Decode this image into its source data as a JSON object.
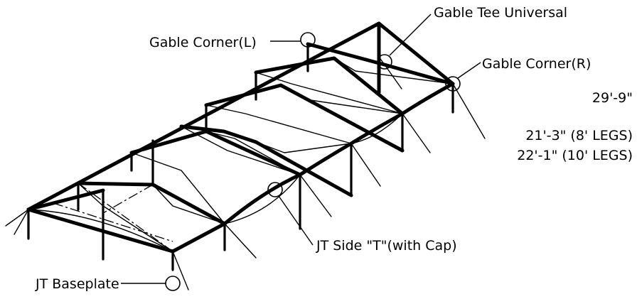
{
  "labels": {
    "gable_tee_universal": "Gable Tee Universal",
    "gable_corner_left": "Gable Corner(L)",
    "gable_corner_right": "Gable Corner(R)",
    "width_dim": "29'-9\"",
    "height_8_legs": "21'-3\" (8' LEGS)",
    "height_10_legs": "22'-1\" (10' LEGS)",
    "jt_side_t": "JT Side \"T\"(with Cap)",
    "jt_baseplate": "JT Baseplate"
  }
}
